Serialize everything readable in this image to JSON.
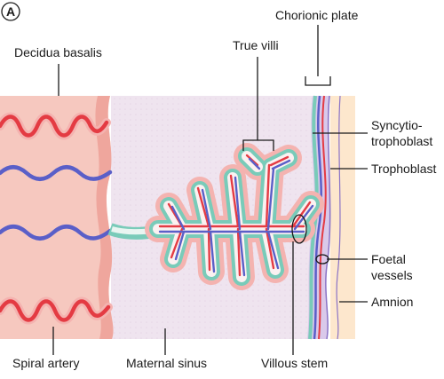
{
  "figure": {
    "panel_letter": "A",
    "labels": {
      "chorionic_plate": "Chorionic plate",
      "decidua_basalis": "Decidua basalis",
      "true_villi": "True villi",
      "syncytiotrophoblast_line1": "Syncytio-",
      "syncytiotrophoblast_line2": "trophoblast",
      "trophoblast": "Trophoblast",
      "foetal_vessels_line1": "Foetal",
      "foetal_vessels_line2": "vessels",
      "amnion": "Amnion",
      "spiral_artery": "Spiral artery",
      "maternal_sinus": "Maternal sinus",
      "villous_stem": "Villous stem"
    },
    "colors": {
      "decidua": "#f6c8bf",
      "decidua_dark": "#ee9d95",
      "maternal_sinus": "#efe4ef",
      "artery_red": "#e43b43",
      "vein_blue": "#5a5fc8",
      "villus_teal": "#79cbb9",
      "villus_pink": "#f4b3b0",
      "amnion_cream": "#fde7cd",
      "chorion_purple": "#8a73c6"
    }
  }
}
